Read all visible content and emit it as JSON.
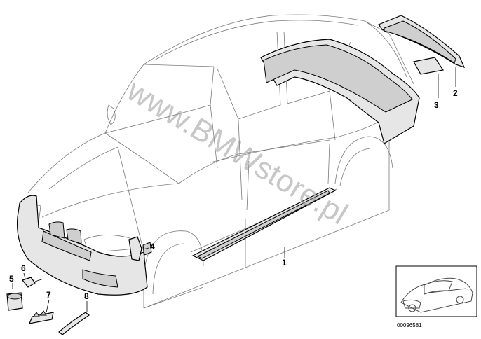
{
  "diagram": {
    "watermark": "www.BMWstore.pl",
    "reference_number": "00096581",
    "callouts": [
      {
        "id": "callout-1",
        "label": "1"
      },
      {
        "id": "callout-2",
        "label": "2"
      },
      {
        "id": "callout-3",
        "label": "3"
      },
      {
        "id": "callout-4",
        "label": "4"
      },
      {
        "id": "callout-5",
        "label": "5"
      },
      {
        "id": "callout-6",
        "label": "6"
      },
      {
        "id": "callout-7",
        "label": "7"
      },
      {
        "id": "callout-8",
        "label": "8"
      }
    ]
  }
}
